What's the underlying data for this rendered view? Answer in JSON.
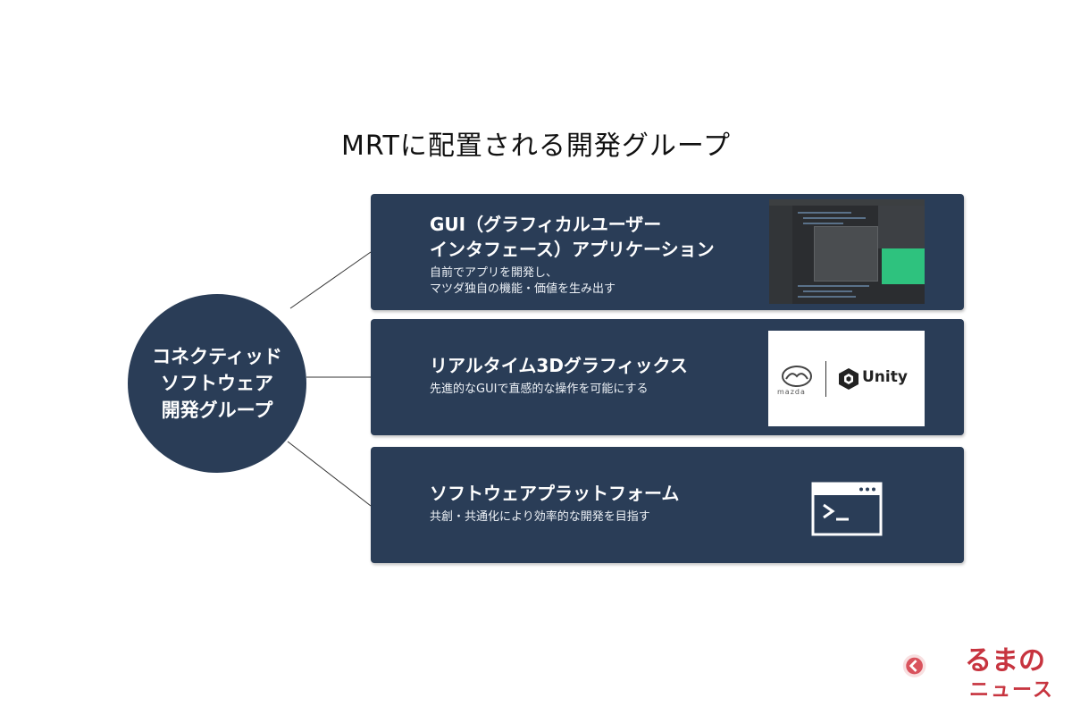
{
  "title": "MRTに配置される開発グループ",
  "hub": {
    "lines": [
      "コネクティッド",
      "ソフトウェア",
      "開発グループ"
    ]
  },
  "cards": [
    {
      "title_lines": [
        "GUI（グラフィカルユーザー",
        "インタフェース）アプリケーション"
      ],
      "desc_lines": [
        "自前でアプリを開発し、",
        "マツダ独自の機能・価値を生み出す"
      ],
      "image": "ide-screenshot"
    },
    {
      "title_lines": [
        "リアルタイム3Dグラフィックス"
      ],
      "desc_lines": [
        "先進的なGUIで直感的な操作を可能にする"
      ],
      "image": "mazda-unity-logos",
      "logos": {
        "mazda_word": "mazda",
        "unity_word": "Unity"
      }
    },
    {
      "title_lines": [
        "ソフトウェアプラットフォーム"
      ],
      "desc_lines": [
        "共創・共通化により効率的な開発を目指す"
      ],
      "image": "terminal-icon"
    }
  ],
  "watermark": {
    "line1": "るまの",
    "line2": "ニュース",
    "icon": "kuruma-logo-icon"
  },
  "colors": {
    "navy": "#2a3d57",
    "accent_red": "#c7343f"
  }
}
